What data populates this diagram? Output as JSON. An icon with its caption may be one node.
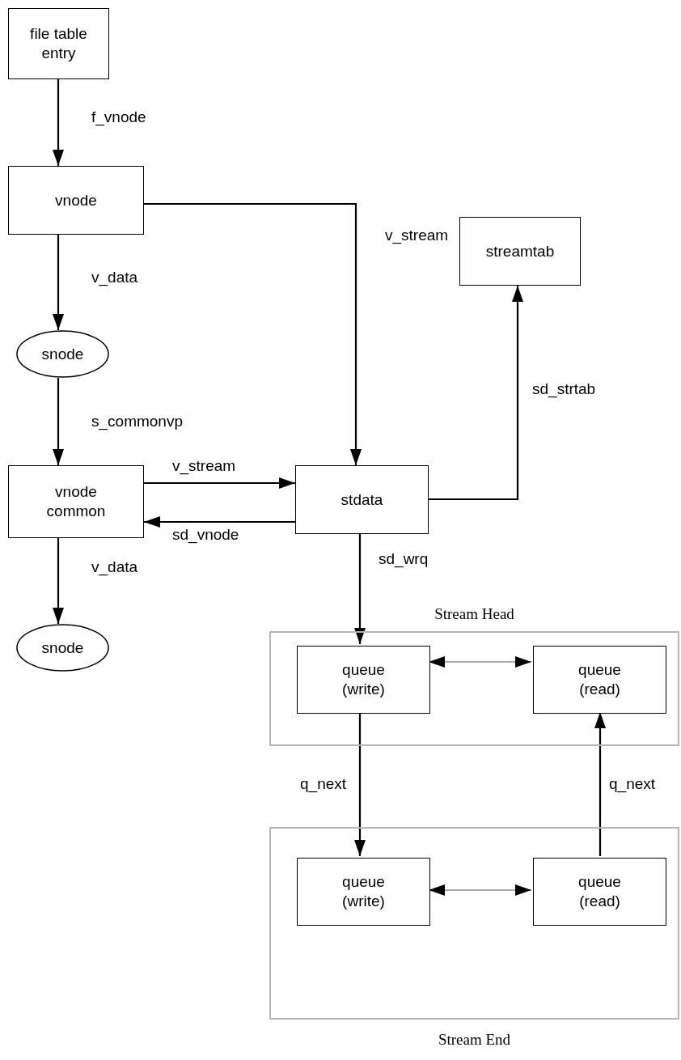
{
  "diagram": {
    "nodes": [
      {
        "text": [
          "file table entry"
        ]
      },
      {
        "text": [
          "vnode"
        ]
      },
      {
        "text": [
          "snode"
        ]
      },
      {
        "text": [
          "vnode common"
        ]
      },
      {
        "text": [
          "snode"
        ]
      },
      {
        "text": [
          "streamtab"
        ]
      },
      {
        "text": [
          "stdata"
        ]
      },
      {
        "text": [
          "Stream Head"
        ]
      },
      {
        "text": [
          "queue (write)"
        ],
        "in": 7
      },
      {
        "text": [
          "queue (read)"
        ],
        "in": 7
      },
      {
        "text": [
          "Stream End"
        ]
      },
      {
        "text": [
          "queue (write)"
        ],
        "in": 10
      },
      {
        "text": [
          "queue (read)"
        ],
        "in": 10
      }
    ],
    "edges": [
      {
        "from": 0,
        "to": 1,
        "arrow": "to",
        "label": "f_vnode"
      },
      {
        "from": 1,
        "to": 6,
        "arrow": "to",
        "label": "v_stream"
      },
      {
        "from": 1,
        "to": 2,
        "arrow": "to",
        "label": "v_data"
      },
      {
        "from": 2,
        "to": 3,
        "arrow": "to",
        "label": "s_commonvp"
      },
      {
        "from": 3,
        "to": 6,
        "arrow": "to",
        "label": "v_stream"
      },
      {
        "from": 6,
        "to": 3,
        "arrow": "to",
        "label": "sd_vnode"
      },
      {
        "from": 3,
        "to": 4,
        "arrow": "to",
        "label": "v_data"
      },
      {
        "from": 6,
        "to": 5,
        "arrow": "to",
        "label": "sd_strtab"
      },
      {
        "from": 6,
        "to": 8,
        "arrow": "to",
        "label": "sd_wrq"
      },
      {
        "from": 8,
        "to": 9,
        "arrow": "both",
        "color": "#aaaaaa"
      },
      {
        "from": 8,
        "to": 11,
        "arrow": "to",
        "label": "q_next"
      },
      {
        "from": 12,
        "to": 9,
        "arrow": "to",
        "label": "q_next"
      },
      {
        "from": 11,
        "to": 12,
        "arrow": "both",
        "color": "#aaaaaa"
      }
    ]
  }
}
